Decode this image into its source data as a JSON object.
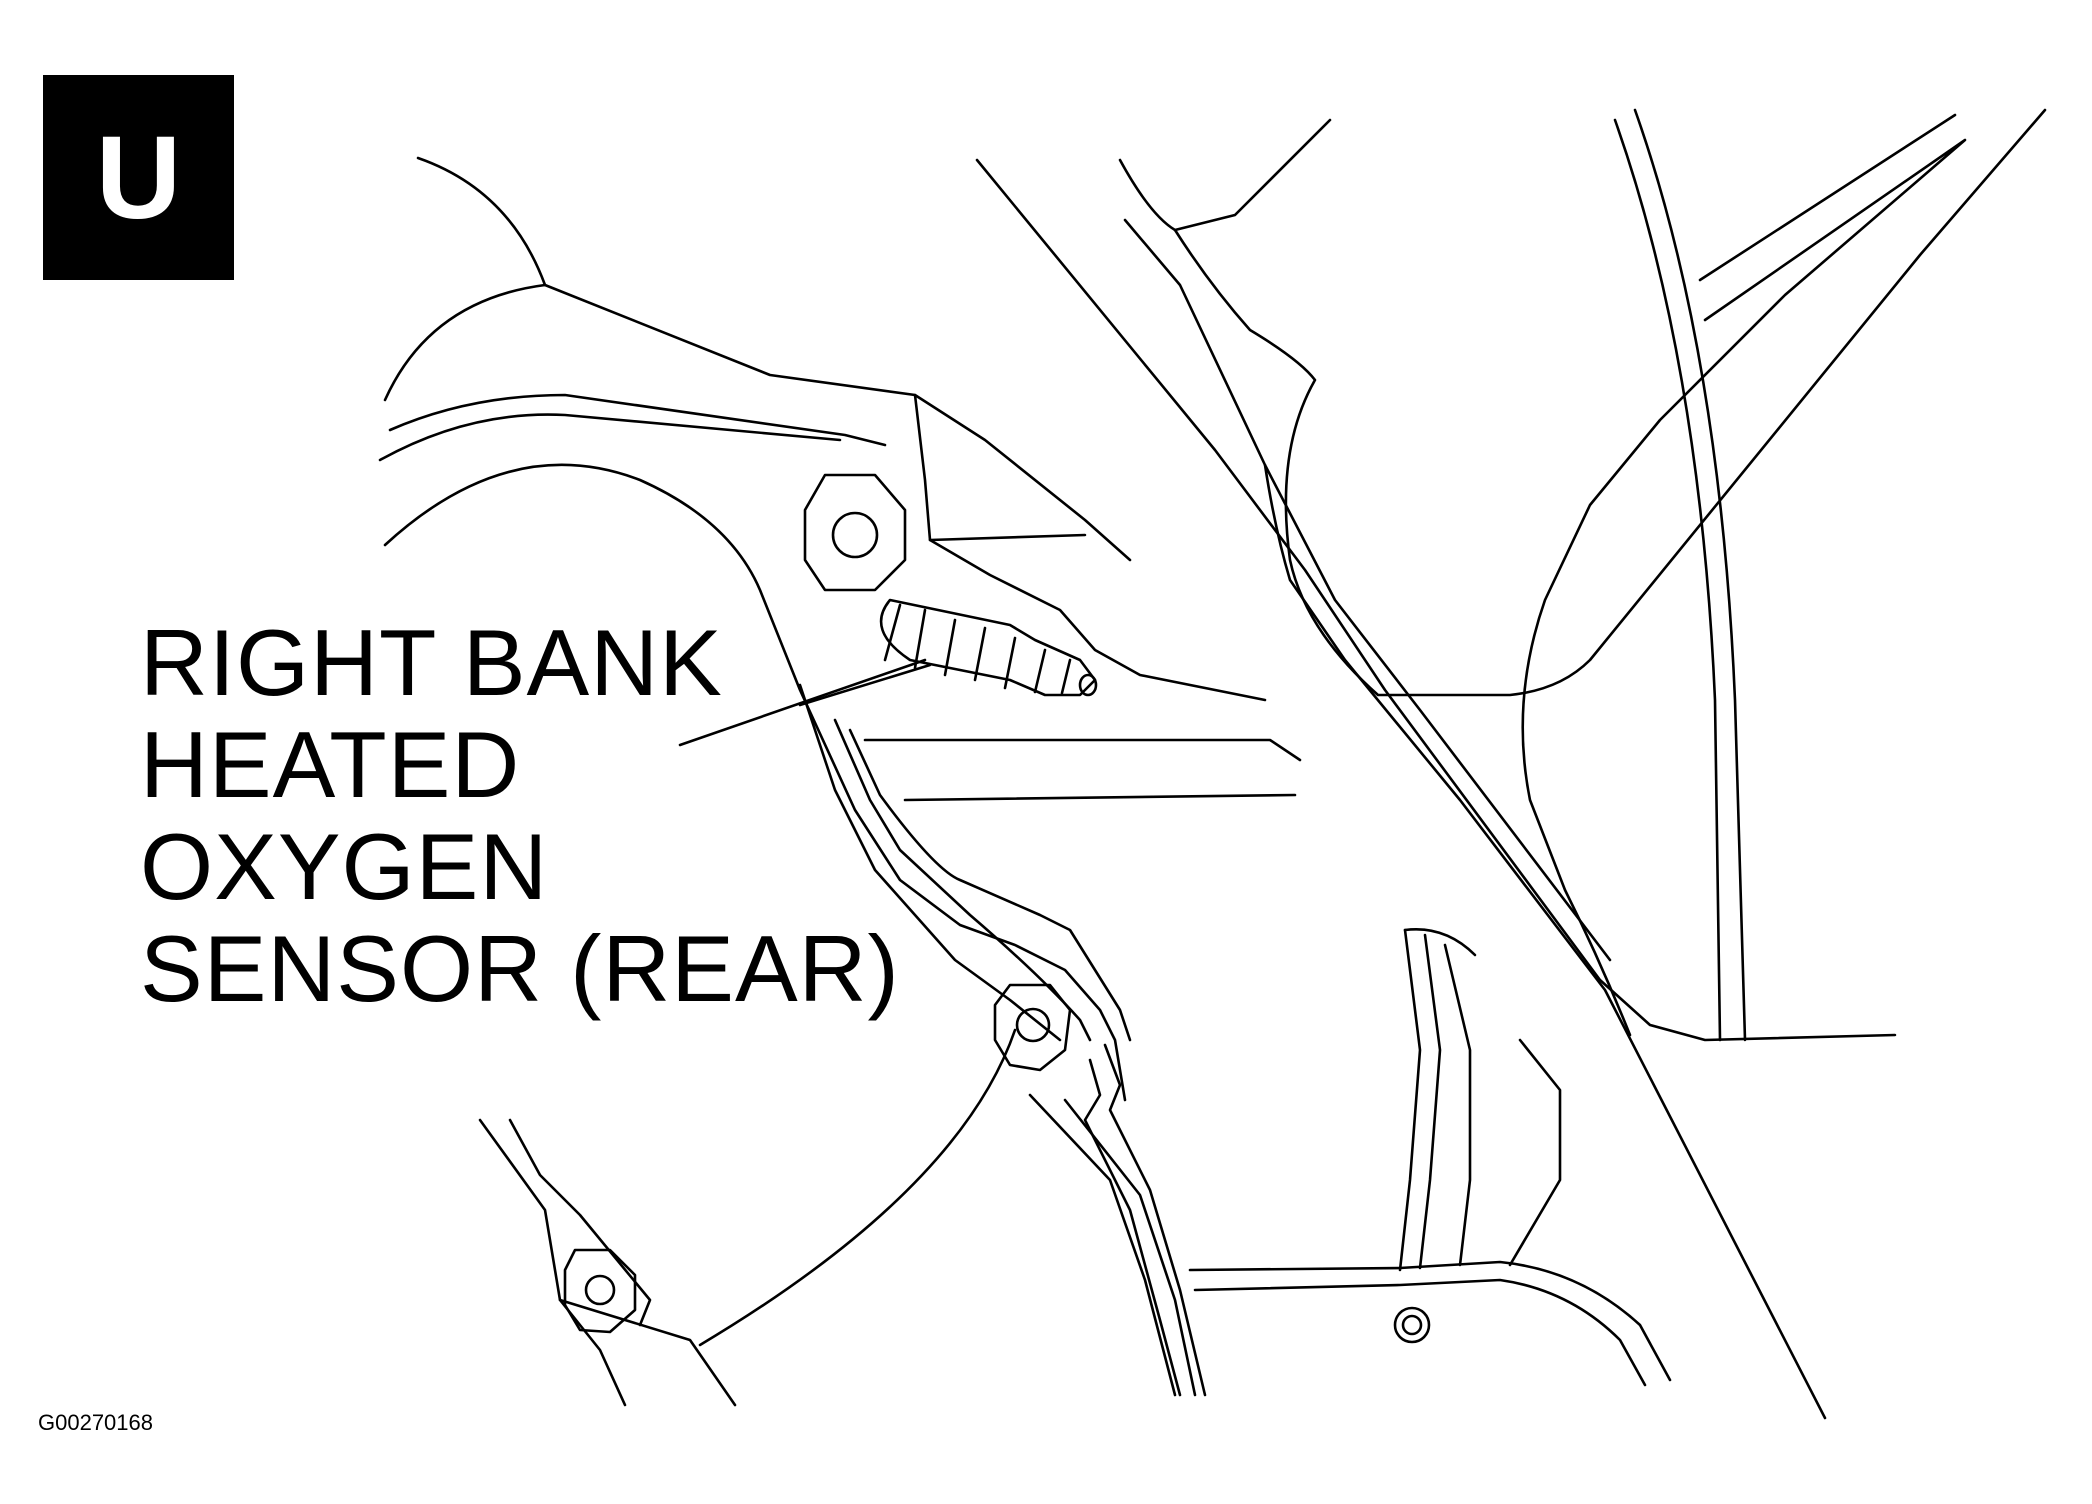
{
  "badge": {
    "letter": "U"
  },
  "callout": {
    "lines": [
      "RIGHT BANK",
      "HEATED",
      "OXYGEN",
      "SENSOR (REAR)"
    ]
  },
  "figure_id": "G00270168",
  "colors": {
    "ink": "#000000",
    "paper": "#ffffff"
  }
}
